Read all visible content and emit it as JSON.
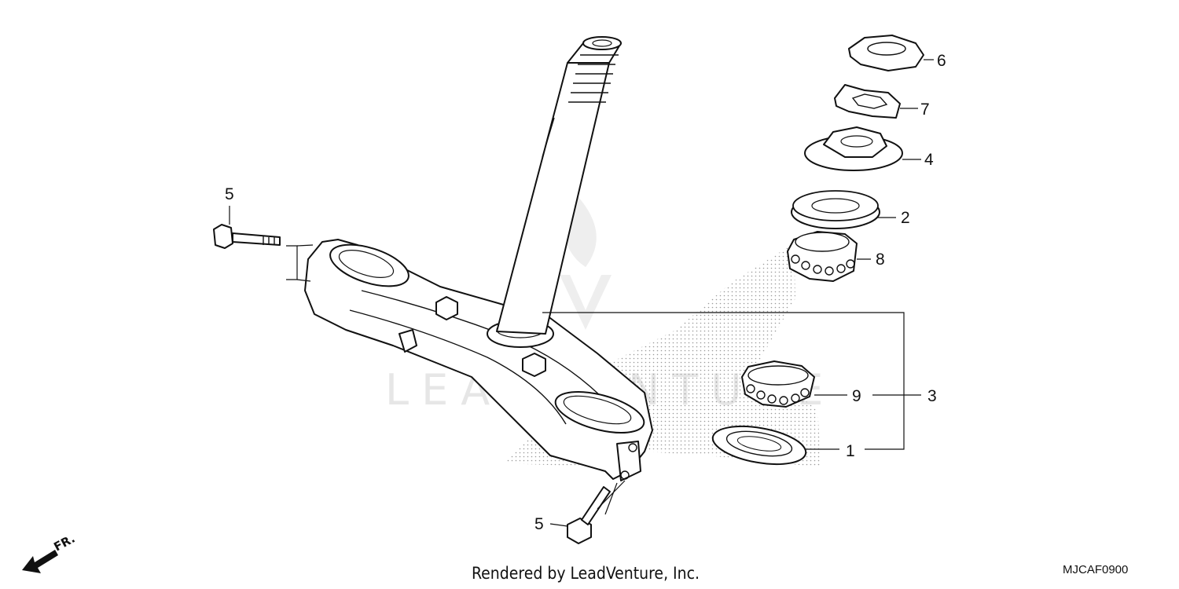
{
  "diagram": {
    "callouts": [
      {
        "id": "label-6",
        "text": "6"
      },
      {
        "id": "label-7",
        "text": "7"
      },
      {
        "id": "label-4",
        "text": "4"
      },
      {
        "id": "label-2",
        "text": "2"
      },
      {
        "id": "label-8",
        "text": "8"
      },
      {
        "id": "label-3",
        "text": "3"
      },
      {
        "id": "label-9",
        "text": "9"
      },
      {
        "id": "label-1",
        "text": "1"
      },
      {
        "id": "label-5-top",
        "text": "5"
      },
      {
        "id": "label-5-bottom",
        "text": "5"
      }
    ],
    "front_indicator": "FR.",
    "watermark": "LEADVENTURE",
    "footer": "Rendered by LeadVenture, Inc.",
    "diagram_code": "MJCAF0900"
  }
}
